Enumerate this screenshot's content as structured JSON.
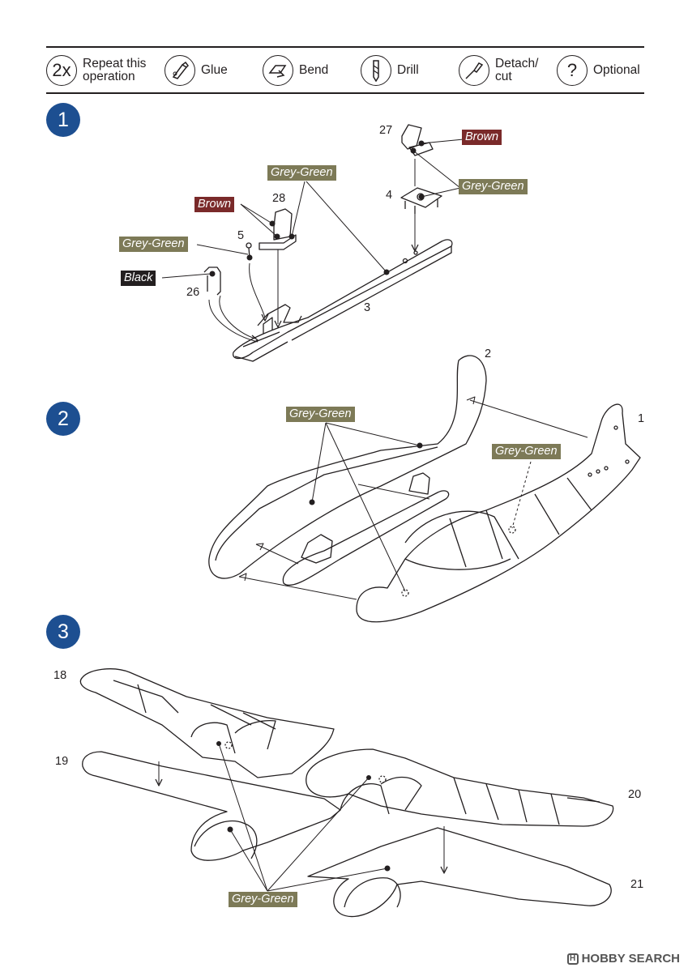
{
  "legend": {
    "repeat": {
      "icon_text": "2x",
      "label": "Repeat this\noperation",
      "icon": "repeat-2x-icon"
    },
    "glue": {
      "label": "Glue",
      "icon": "glue-tube-icon"
    },
    "bend": {
      "label": "Bend",
      "icon": "bend-arrow-icon"
    },
    "drill": {
      "label": "Drill",
      "icon": "drill-bit-icon"
    },
    "detach": {
      "label": "Detach/\ncut",
      "icon": "knife-icon"
    },
    "optional": {
      "icon_text": "?",
      "label": "Optional",
      "icon": "question-icon"
    }
  },
  "steps": [
    {
      "number": "1"
    },
    {
      "number": "2"
    },
    {
      "number": "3"
    }
  ],
  "step1": {
    "parts": {
      "p27": "27",
      "p4": "4",
      "p28": "28",
      "p5": "5",
      "p26": "26",
      "p3": "3"
    },
    "colors": {
      "brown_a": "Brown",
      "grey_green_a": "Grey-Green",
      "grey_green_b": "Grey-Green",
      "brown_b": "Brown",
      "grey_green_c": "Grey-Green",
      "black": "Black"
    }
  },
  "step2": {
    "parts": {
      "p2": "2",
      "p1": "1"
    },
    "colors": {
      "grey_green_a": "Grey-Green",
      "grey_green_b": "Grey-Green"
    }
  },
  "step3": {
    "parts": {
      "p18": "18",
      "p19": "19",
      "p20": "20",
      "p21": "21"
    },
    "colors": {
      "grey_green": "Grey-Green"
    }
  },
  "watermark": {
    "logo": "H",
    "text": "HOBBY SEARCH"
  },
  "palette": {
    "step_badge": "#1d4f91",
    "grey_green": "#7d7a57",
    "brown": "#7a2a2a",
    "black": "#231f20"
  }
}
